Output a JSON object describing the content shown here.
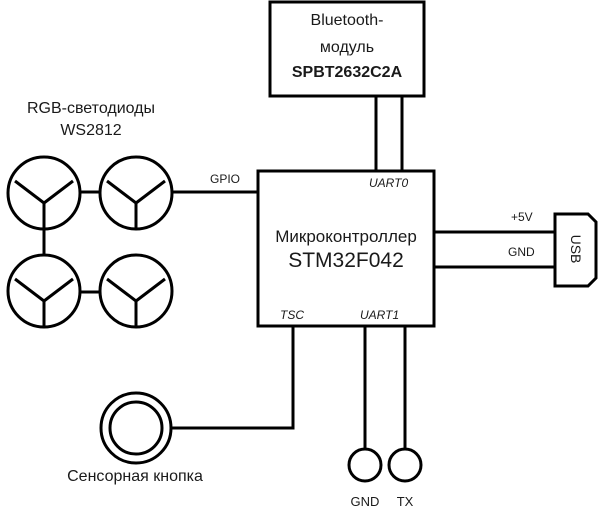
{
  "diagram": {
    "bluetooth_module": {
      "line1": "Bluetooth-",
      "line2": "модуль",
      "part": "SPBT2632C2A"
    },
    "microcontroller": {
      "line1": "Микроконтроллер",
      "part": "STM32F042",
      "pins": {
        "uart0": "UART0",
        "uart1": "UART1",
        "tsc": "TSC",
        "gpio": "GPIO"
      }
    },
    "leds": {
      "title_line1": "RGB-светодиоды",
      "title_line2": "WS2812",
      "count": 4
    },
    "usb": {
      "label": "USB",
      "pin_5v": "+5V",
      "pin_gnd": "GND"
    },
    "touch_button": {
      "label": "Сенсорная кнопка"
    },
    "uart_pads": {
      "gnd": "GND",
      "tx": "TX"
    }
  }
}
